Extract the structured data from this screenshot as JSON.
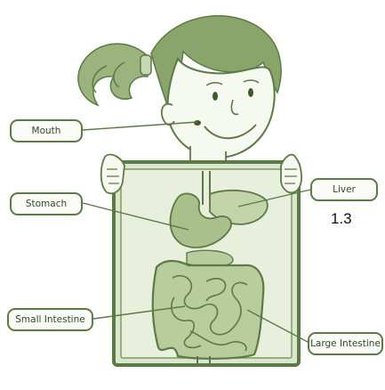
{
  "labels": {
    "mouth": "Mouth",
    "stomach": "Stomach",
    "small_intestine": "Small Intestine",
    "liver": "Liver",
    "large_intestine": "Large Intestine"
  },
  "figure_number": "1.3",
  "colors": {
    "line_art": "#5c7a46",
    "hair": "#7f9a63",
    "skin": "#f6f9ef",
    "organ_fill": "#a9bf8c",
    "panel_fill": "#dbe7cd",
    "label_text": "#2f4a22"
  }
}
